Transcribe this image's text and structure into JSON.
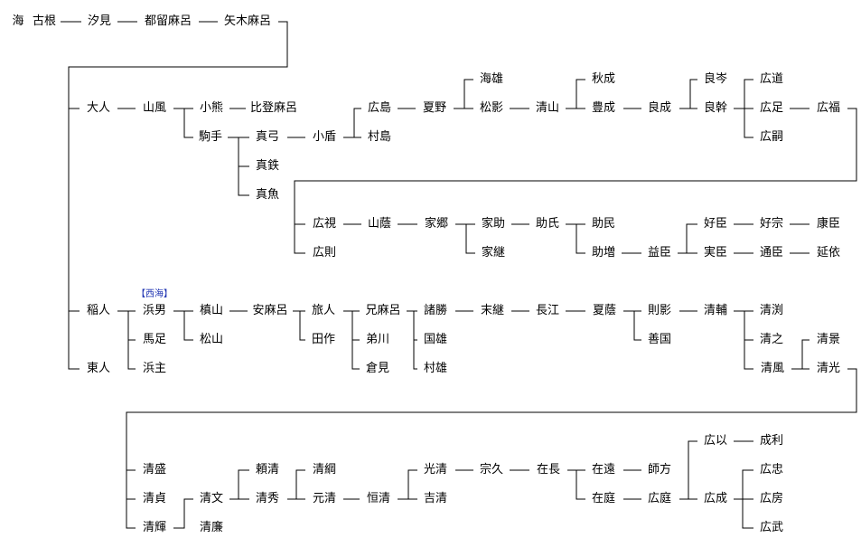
{
  "people": {
    "kaidi": "海",
    "furune": "古根",
    "shiomi": "汐見",
    "tsurumaro": "都留麻呂",
    "yagimaro": "矢木麻呂",
    "ojin": "大人",
    "yamakaze": "山風",
    "oguma": "小熊",
    "hitomaro": "比登麻呂",
    "komate": "駒手",
    "mayumi": "真弓",
    "tetsu": "真鉄",
    "mauo": "真魚",
    "kotate": "小盾",
    "hiroshima": "広島",
    "murashima": "村島",
    "natsuno": "夏野",
    "umio": "海雄",
    "matsukage": "松影",
    "seizan": "清山",
    "akinari": "秋成",
    "toyonari": "豊成",
    "yoshinari": "良成",
    "yoshimine": "良岑",
    "yoshimoto": "良幹",
    "hiromichi": "広道",
    "hiroashi": "広足",
    "hirotsugu": "広嗣",
    "hirofuku": "広福",
    "hiromi": "広視",
    "hironori": "広則",
    "sanin": "山蔭",
    "iesato": "家郷",
    "iesuke": "家助",
    "ietsugu": "家継",
    "sukeuji": "助氏",
    "sukenari": "助民",
    "sukemasu": "助増",
    "masuomi": "益臣",
    "yoshiomi": "好臣",
    "sanomi": "実臣",
    "yoshimune": "好宗",
    "michiomi": "通臣",
    "yasuomi": "康臣",
    "nobuyori": "延依",
    "inahito": "稲人",
    "higashito": "東人",
    "hamao": "浜男",
    "hamatari": "馬足",
    "hamanushi": "浜主",
    "makiyama": "槙山",
    "matsuyama": "松山",
    "yasumaro": "安麻呂",
    "tabito": "旅人",
    "tasaku": "田作",
    "emaro": "兄麻呂",
    "otokawa": "弟川",
    "kuramimi": "倉見",
    "morokatsu": "諸勝",
    "kunio": "国雄",
    "murao": "村雄",
    "suetsugu": "末継",
    "nagae": "長江",
    "natsukage": "夏蔭",
    "norikage": "則影",
    "yoshikuni": "善国",
    "kiyosuke": "清輔",
    "kiyofuchi": "清渕",
    "kiyoyuki": "清之",
    "kiyokaze": "清風",
    "kiyokage": "清景",
    "kiyomitsu": "清光",
    "kiyomori": "清盛",
    "kiyosada": "清貞",
    "kiyoteru": "清輝",
    "kiyofumi": "清文",
    "kiyoyasu": "清廉",
    "yorikiyo": "頼清",
    "kiyohide": "清秀",
    "kiyotsuna": "清綱",
    "motokiyo": "元清",
    "tsunekiyo": "恒清",
    "mitsukiyo": "光清",
    "yoshikiyo": "吉清",
    "munehisa": "宗久",
    "arinaga": "在長",
    "aritoo": "在遠",
    "ariniwa": "在庭",
    "morokata": "師方",
    "hironiwa": "広庭",
    "hiromochi": "広以",
    "hironari": "広成",
    "naritoshi": "成利",
    "hirotada": "広忠",
    "hirofusa": "広房",
    "hirotake": "広武"
  },
  "notes": {
    "saikai": "【西海】"
  }
}
